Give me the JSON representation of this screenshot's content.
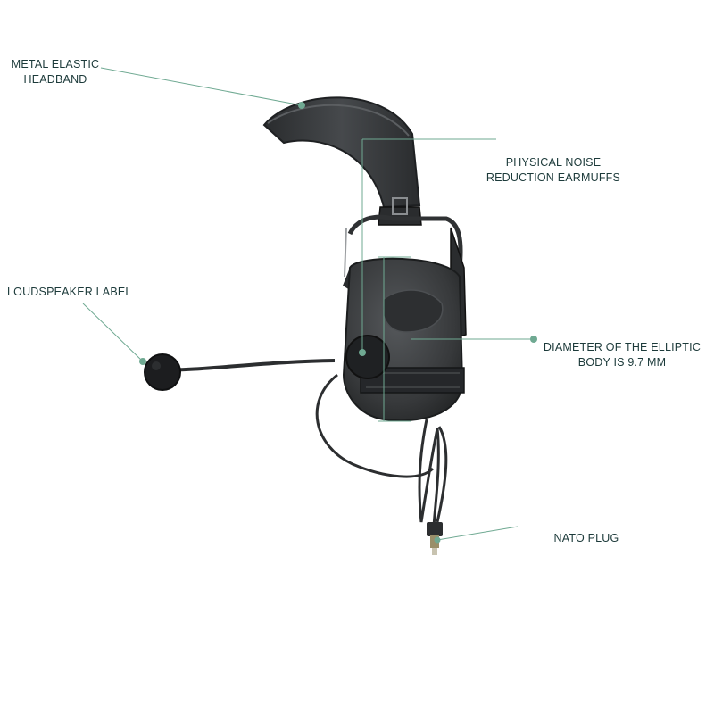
{
  "labels": {
    "headband": [
      "METAL ELASTIC",
      "HEADBAND"
    ],
    "earmuffs": [
      "PHYSICAL NOISE",
      "REDUCTION EARMUFFS"
    ],
    "loudspeaker": "LOUDSPEAKER LABEL",
    "diameter": [
      "DIAMETER OF THE ELLIPTIC",
      "BODY IS 9.7 MM"
    ],
    "nato": "NATO PLUG"
  },
  "colors": {
    "callout": "#6fa992",
    "text": "#1c3a3a",
    "headset": "#3a3c3e",
    "headset_dark": "#222426"
  }
}
